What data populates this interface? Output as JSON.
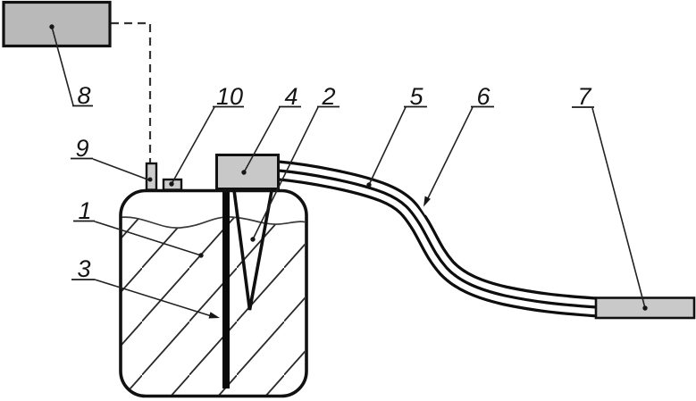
{
  "figure": {
    "type": "technical-schematic",
    "description_visible_text_only": true,
    "callouts": {
      "c1": "1",
      "c2": "2",
      "c3": "3",
      "c4": "4",
      "c5": "5",
      "c6": "6",
      "c7": "7",
      "c8": "8",
      "c9": "9",
      "c10": "10"
    },
    "colors": {
      "background": "#ffffff",
      "outline": "#111111",
      "leader_line": "#222222",
      "dashed_line": "#333333",
      "hatch_line": "#2b2b2b",
      "liquid_level_line": "#3a3a3a",
      "box8_fill": "#b9b9b9",
      "box4_fill": "#c8c8c8",
      "box7_fill": "#c9c9c9",
      "small_fitting_fill": "#cccccc",
      "rod_fill": "#0a0a0a"
    }
  }
}
